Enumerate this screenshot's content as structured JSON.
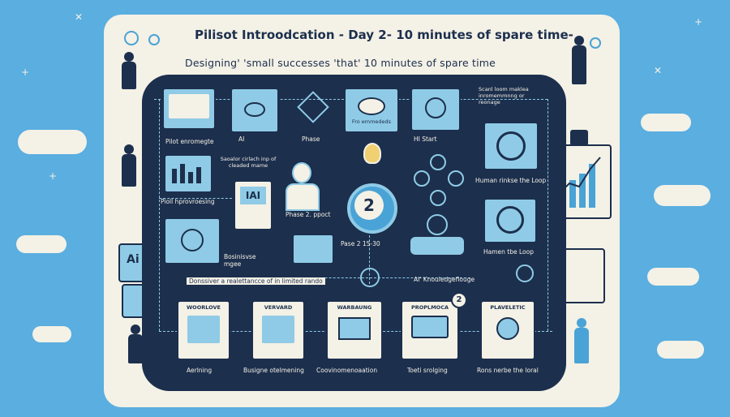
{
  "header": {
    "title": "Pilisot   Introodcation - Day 2- 10 minutes of spare time-",
    "subtitle": "Designing'   'small   successes 'that' 10 minutes of  spare time"
  },
  "flow": {
    "top_row": [
      {
        "label": "Pilot enromegte"
      },
      {
        "label": "AI"
      },
      {
        "label": "Phase"
      },
      {
        "label": "Fro emmededs"
      },
      {
        "label": "HI Start"
      }
    ],
    "top_note": "Scanl loom maklea inromemmnng or reonage",
    "left_items": [
      {
        "label": "Pioll hprovroesing"
      },
      {
        "label": "Bosinisvse mgee"
      }
    ],
    "center": {
      "note": "Saoalor cirlach inp of cleaded mame",
      "ai_badge": "IAI",
      "phase_label": "Phase 2. ppoct",
      "circle_number": "2",
      "pase_label": "Pase 2 15-30"
    },
    "right_items": [
      {
        "label": "Human rinkse the Loop"
      },
      {
        "label": "Hamen tbe Loop"
      }
    ],
    "middle_line": {
      "left": "Donssiver a realettancce of in limited rando",
      "right": "AI' Knouledgeflouge"
    },
    "bottom_row": [
      {
        "title": "WOORLOVE",
        "label": "Aerlning"
      },
      {
        "title": "VERVARD",
        "label": "Busigne otelmening"
      },
      {
        "title": "WARBAUNG",
        "label": "Coovinomenoaation"
      },
      {
        "title": "PROPLMOCA",
        "label": "Toeti srolging",
        "badge": "2"
      },
      {
        "title": "PLAVELETIC",
        "label": "Rons nerbe the loral"
      }
    ],
    "side_left_badge": "Ai"
  }
}
